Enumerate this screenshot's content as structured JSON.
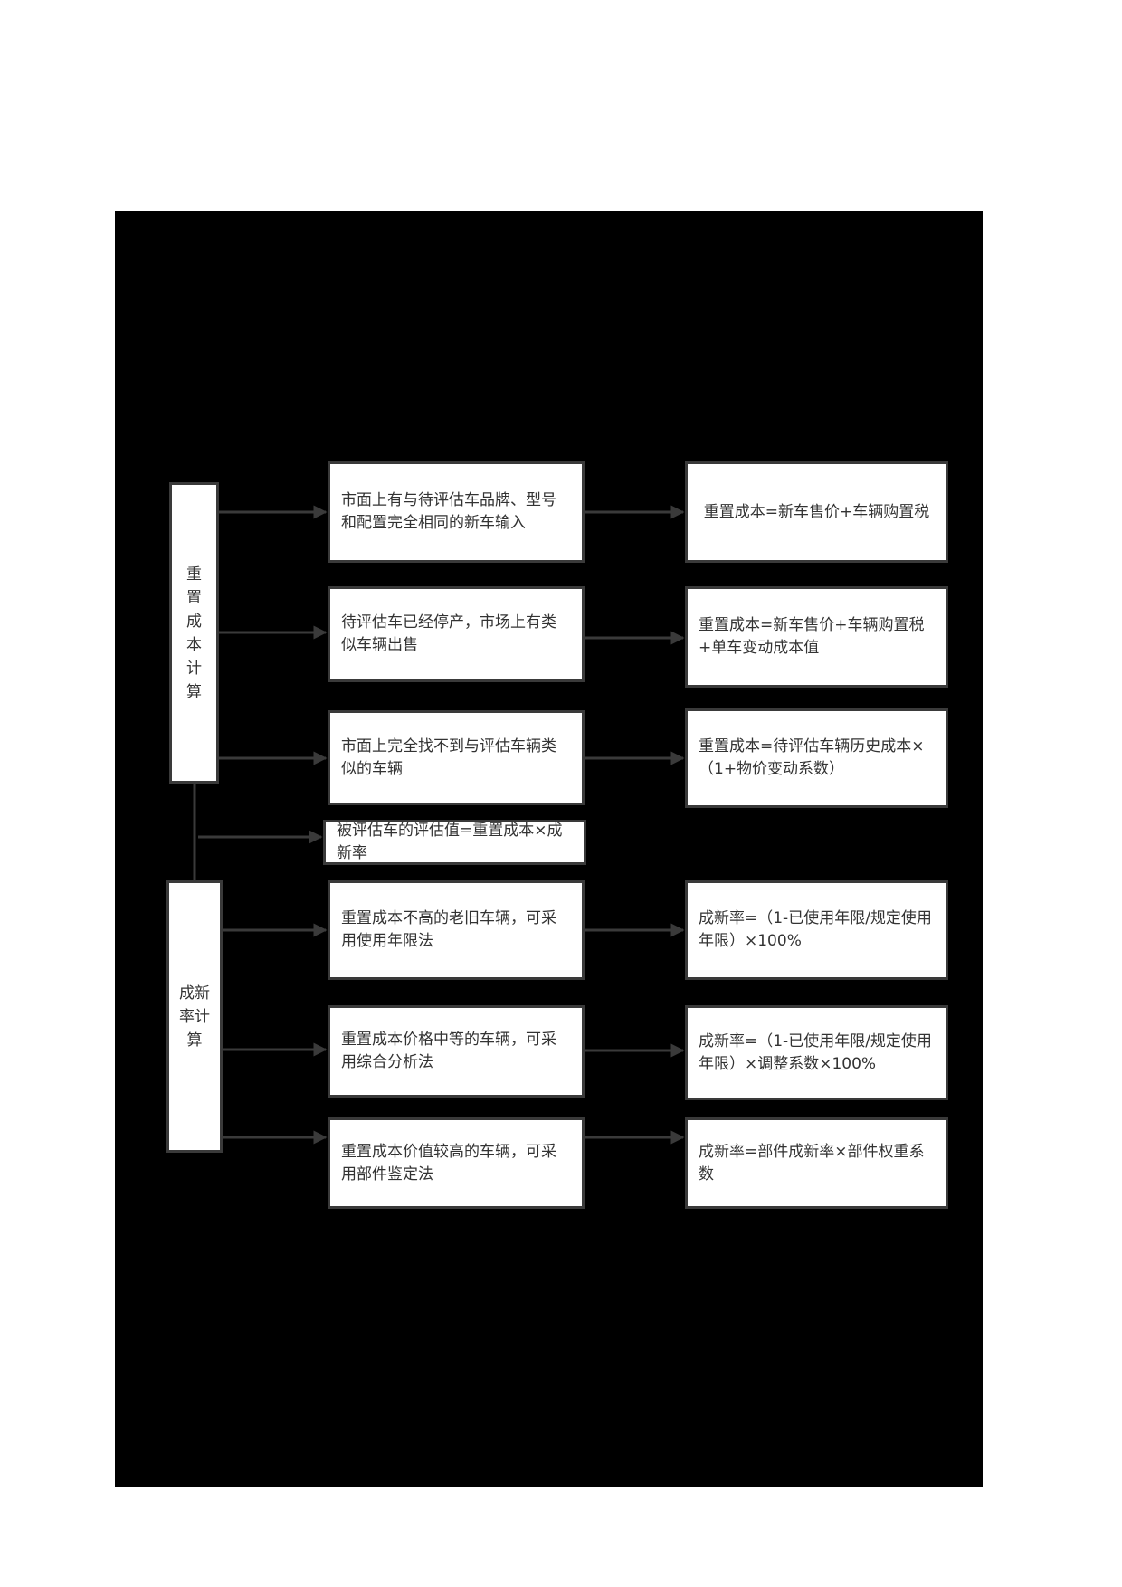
{
  "diagram": {
    "theme": {
      "page_bg": "#ffffff",
      "panel_bg": "#000000",
      "box_bg": "#ffffff",
      "border": "#3a3a3a",
      "text": "#333333"
    },
    "groups": [
      {
        "label": "重置成本计算",
        "branches": [
          {
            "condition": "市面上有与待评估车品牌、型号和配置完全相同的新车输入",
            "formula": "重置成本=新车售价+车辆购置税"
          },
          {
            "condition": "待评估车已经停产，市场上有类似车辆出售",
            "formula": "重置成本=新车售价+车辆购置税+单车变动成本值"
          },
          {
            "condition": "市面上完全找不到与评估车辆类似的车辆",
            "formula": "重置成本=待评估车辆历史成本×（1+物价变动系数）"
          }
        ]
      },
      {
        "label": "成新率计算",
        "branches": [
          {
            "condition": "重置成本不高的老旧车辆，可采用使用年限法",
            "formula": "成新率=（1-已使用年限/规定使用年限）×100%"
          },
          {
            "condition": "重置成本价格中等的车辆，可采用综合分析法",
            "formula": "成新率=（1-已使用年限/规定使用年限）×调整系数×100%"
          },
          {
            "condition": "重置成本价值较高的车辆，可采用部件鉴定法",
            "formula": "成新率=部件成新率×部件权重系数"
          }
        ]
      }
    ],
    "summary": "被评估车的评估值=重置成本×成新率"
  }
}
